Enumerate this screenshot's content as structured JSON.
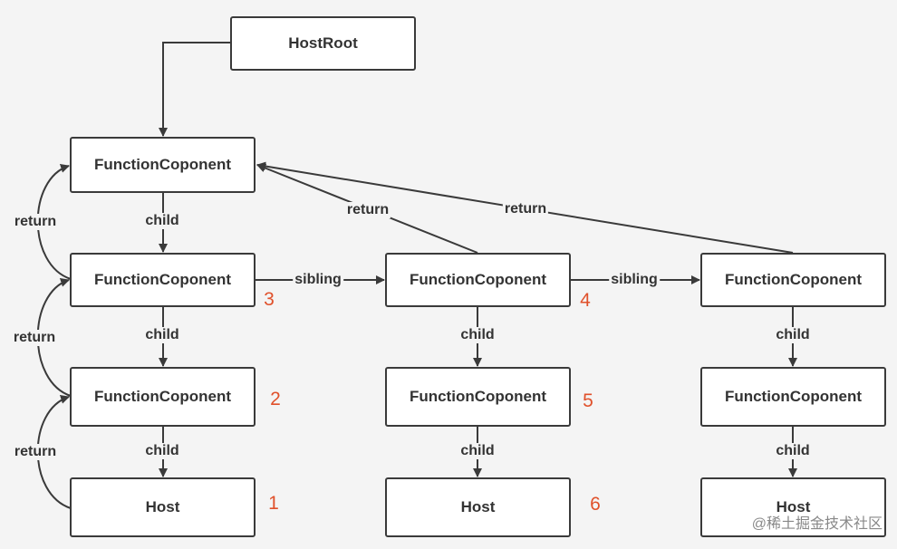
{
  "nodes": {
    "host_root": "HostRoot",
    "fc_top": "FunctionCoponent",
    "fc_3": "FunctionCoponent",
    "fc_2": "FunctionCoponent",
    "host_1": "Host",
    "fc_4": "FunctionCoponent",
    "fc_5": "FunctionCoponent",
    "host_6": "Host",
    "fc_right_1": "FunctionCoponent",
    "fc_right_2": "FunctionCoponent",
    "host_right": "Host"
  },
  "edge_labels": {
    "child": "child",
    "sibling": "sibling",
    "return": "return"
  },
  "order_numbers": [
    "1",
    "2",
    "3",
    "4",
    "5",
    "6"
  ],
  "watermark": "@稀土掘金技术社区",
  "colors": {
    "line": "#3a3a3a",
    "number": "#e0512b",
    "background": "#f4f4f4"
  }
}
